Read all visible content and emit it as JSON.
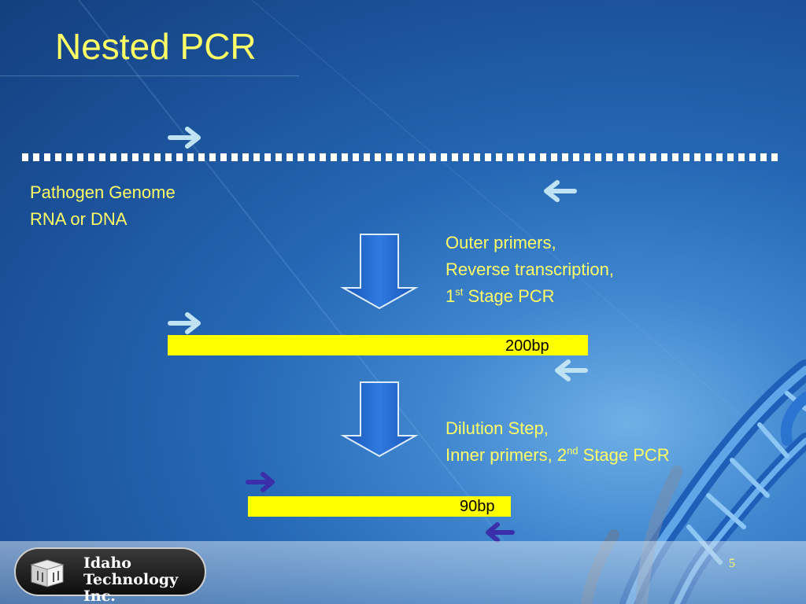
{
  "slide": {
    "title": "Nested PCR",
    "genome_label": [
      "Pathogen Genome",
      "RNA or DNA"
    ],
    "step1": {
      "line1": "Outer primers,",
      "line2": "Reverse transcription,",
      "line3_prefix": "1",
      "line3_sup": "st",
      "line3_suffix": " Stage PCR"
    },
    "product1_label": "200bp",
    "step2": {
      "line1": "Dilution Step,",
      "line2_prefix": "Inner primers, 2",
      "line2_sup": "nd",
      "line2_suffix": " Stage PCR"
    },
    "product2_label": "90bp",
    "page_number": "5"
  },
  "logo": {
    "line1": "Idaho",
    "line2": "Technology Inc."
  },
  "colors": {
    "text_accent": "#ffff66",
    "product_bar": "#ffff00",
    "outer_primer_arrow": "#bfe3f2",
    "inner_primer_arrow": "#3a2fa8",
    "process_arrow": "#1e62c8"
  },
  "icons": {
    "primer_forward": "right-arrow-icon",
    "primer_reverse": "left-arrow-icon",
    "process_step": "down-arrow-icon",
    "logo_mark": "idaho-technology-logo-icon"
  }
}
